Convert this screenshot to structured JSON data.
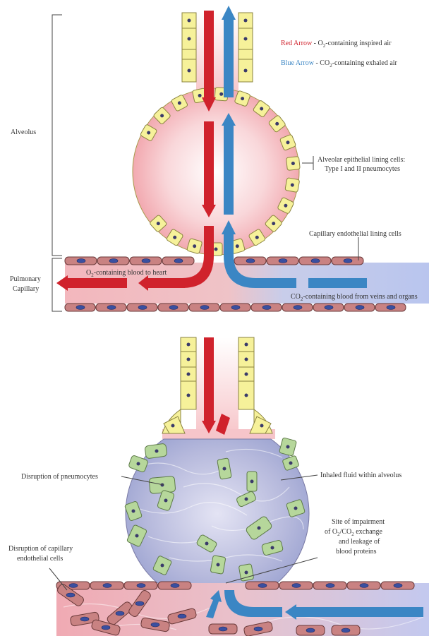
{
  "legend": {
    "red_title": "Red Arrow",
    "red_sep": " - O",
    "red_sub": "2",
    "red_rest": "-containing inspired air",
    "blue_title": "Blue Arrow",
    "blue_sep": " - CO",
    "blue_sub": "2",
    "blue_rest": "-containing exhaled air"
  },
  "labels": {
    "alveolus": "Alveolus",
    "pulmonary_1": "Pulmonary",
    "pulmonary_2": "Capillary",
    "epithelial_1": "Alveolar epithelial lining cells:",
    "epithelial_2": "Type I and II pneumocytes",
    "endothelial": "Capillary endothelial lining cells",
    "o2_blood_pre": "O",
    "o2_blood_sub": "2",
    "o2_blood_rest": "-containing blood to heart",
    "co2_blood_pre": "CO",
    "co2_blood_sub": "2",
    "co2_blood_rest": "-containing blood from veins and organs",
    "disruption_pneumocytes": "Disruption of pneumocytes",
    "inhaled_fluid": "Inhaled fluid within alveolus",
    "site_1": "Site of impairment",
    "site_2_pre": "of O",
    "site_2_sub1": "2",
    "site_2_mid": "/CO",
    "site_2_sub2": "2",
    "site_2_rest": " exchange",
    "site_3": "and leakage of",
    "site_4": "blood proteins",
    "disruption_capillary_1": "Disruption of capillary",
    "disruption_capillary_2": "endothelial cells"
  },
  "colors": {
    "red_arrow": "#d0222c",
    "blue_arrow": "#3b86c4",
    "epithelial_cell": "#f6f19a",
    "endothelial_cell": "#c98282",
    "damaged_cell": "#b6d79b",
    "fluid": "#a9b0d8"
  }
}
